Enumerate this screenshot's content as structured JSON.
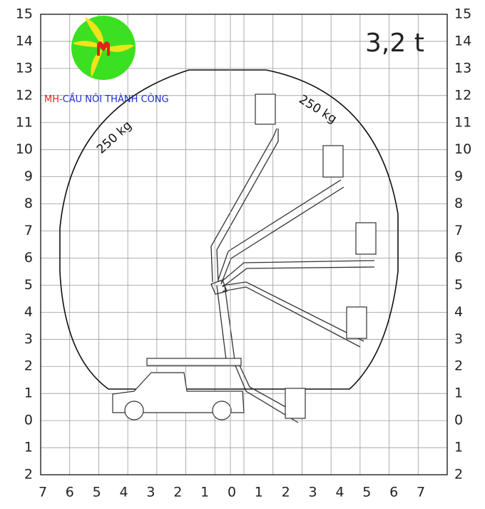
{
  "chart_data": {
    "type": "diagram",
    "x_ticks_left": [
      "7",
      "6",
      "5",
      "4",
      "3",
      "2",
      "1"
    ],
    "x_tick_center": "0",
    "x_ticks_right": [
      "1",
      "2",
      "3",
      "4",
      "5",
      "6",
      "7"
    ],
    "y_ticks_top": [
      "15",
      "14",
      "13",
      "12",
      "11",
      "10",
      "9",
      "8",
      "7",
      "6",
      "5",
      "4",
      "3",
      "2",
      "1",
      "0"
    ],
    "y_ticks_below": [
      "1",
      "2"
    ],
    "xlim": [
      -7,
      7
    ],
    "ylim": [
      -2,
      15
    ],
    "capacity_label": "3,2 t",
    "load_left": "250 kg",
    "load_right": "250 kg",
    "grid": true
  },
  "brand": {
    "prefix": "MH-",
    "name": "CẦU NÔI THÀNH CÔNG",
    "logo_colors": {
      "circle": "#3be021",
      "swirl": "#f2e21a",
      "mark": "#e0241c"
    }
  }
}
